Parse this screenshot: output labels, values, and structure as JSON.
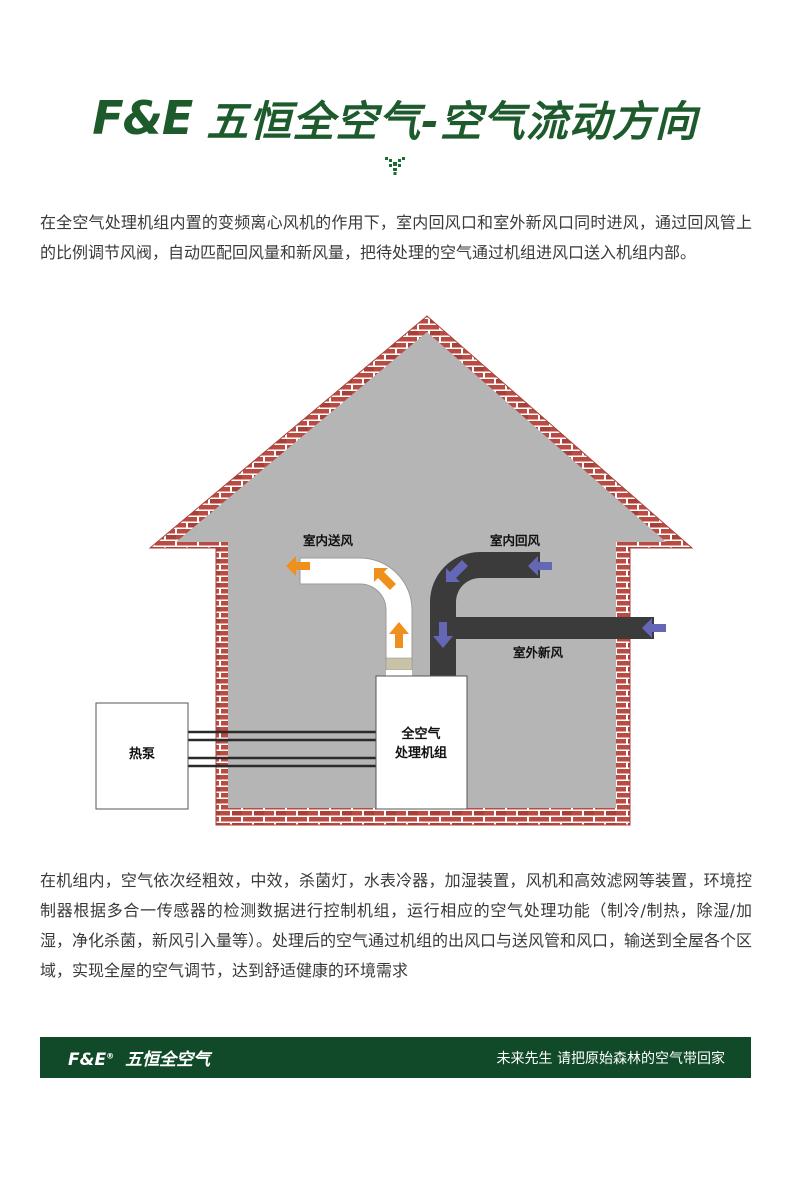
{
  "header": {
    "brand": "F&E",
    "title": "五恒全空气-空气流动方向"
  },
  "intro": "在全空气处理机组内置的变频离心风机的作用下，室内回风口和室外新风口同时进风，通过回风管上的比例调节风阀，自动匹配回风量和新风量，把待处理的空气通过机组进风口送入机组内部。",
  "diagram": {
    "labels": {
      "supply": "室内送风",
      "return": "室内回风",
      "fresh": "室外新风",
      "heatpump": "热泵",
      "unit_line1": "全空气",
      "unit_line2": "处理机组"
    },
    "colors": {
      "house_fill": "#b5b5b5",
      "brick": "#b94b43",
      "supply_arrow": "#f0901c",
      "return_arrow": "#6367b5",
      "duct_dark": "#3b3b3b"
    }
  },
  "outro": "在机组内，空气依次经粗效，中效，杀菌灯，水表冷器，加湿装置，风机和高效滤网等装置，环境控制器根据多合一传感器的检测数据进行控制机组，运行相应的空气处理功能（制冷/制热，除湿/加湿，净化杀菌，新风引入量等）。处理后的空气通过机组的出风口与送风管和风口，输送到全屋各个区域，实现全屋的空气调节，达到舒适健康的环境需求",
  "footer": {
    "brand": "F&E",
    "registered": "®",
    "name": "五恒全空气",
    "slogan": "未来先生  请把原始森林的空气带回家"
  }
}
